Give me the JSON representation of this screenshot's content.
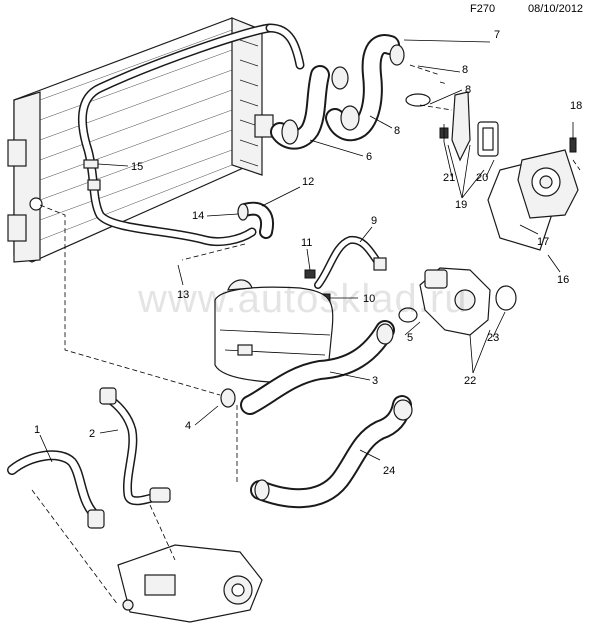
{
  "header": {
    "code": "F270",
    "date": "08/10/2012"
  },
  "watermark": "www.autosklad.ru",
  "callouts": [
    "1",
    "2",
    "3",
    "4",
    "5",
    "6",
    "7",
    "8",
    "8",
    "8",
    "9",
    "10",
    "11",
    "12",
    "13",
    "14",
    "15",
    "16",
    "17",
    "18",
    "19",
    "20",
    "21",
    "22",
    "23",
    "24"
  ]
}
